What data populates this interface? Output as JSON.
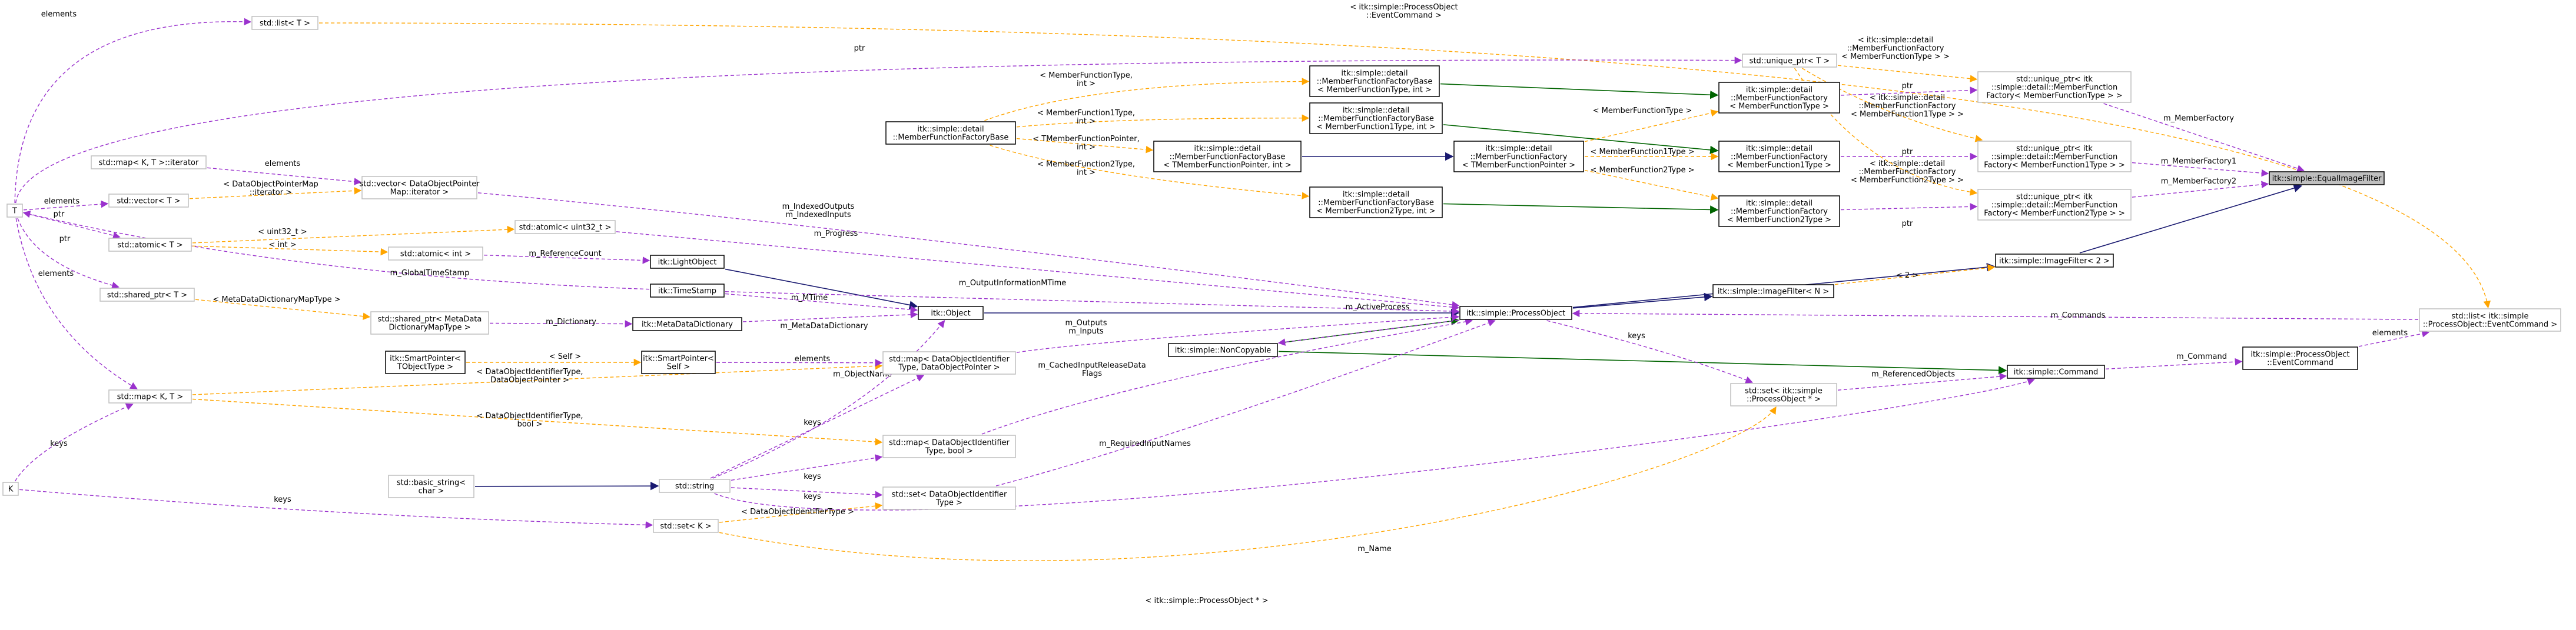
{
  "nodes": [
    {
      "id": "eif",
      "lines": [
        "itk::simple::EqualImageFilter"
      ],
      "style": "focus"
    },
    {
      "id": "imagefilter2",
      "lines": [
        "itk::simple::ImageFilter< 2 >"
      ],
      "style": "solid"
    },
    {
      "id": "imagefilterN",
      "lines": [
        "itk::simple::ImageFilter< N >"
      ],
      "style": "solid"
    },
    {
      "id": "processobject",
      "lines": [
        "itk::simple::ProcessObject"
      ],
      "style": "solid"
    },
    {
      "id": "noncopyable",
      "lines": [
        "itk::simple::NonCopyable"
      ],
      "style": "solid"
    },
    {
      "id": "command",
      "lines": [
        "itk::simple::Command"
      ],
      "style": "solid"
    },
    {
      "id": "poeventcmd",
      "lines": [
        "itk::simple::ProcessObject",
        "::EventCommand"
      ],
      "style": "solid"
    },
    {
      "id": "listevent",
      "lines": [
        "std::list< itk::simple",
        "::ProcessObject::EventCommand >"
      ],
      "style": "gray"
    },
    {
      "id": "setpo",
      "lines": [
        "std::set< itk::simple",
        "::ProcessObject * >"
      ],
      "style": "gray"
    },
    {
      "id": "listT",
      "lines": [
        "std::list< T >"
      ],
      "style": "gray"
    },
    {
      "id": "uniqueT",
      "lines": [
        "std::unique_ptr< T >"
      ],
      "style": "gray"
    },
    {
      "id": "uptrMF",
      "lines": [
        "std::unique_ptr< itk",
        "::simple::detail::MemberFunction",
        "Factory< MemberFunctionType > >"
      ],
      "style": "gray"
    },
    {
      "id": "uptrMF1",
      "lines": [
        "std::unique_ptr< itk",
        "::simple::detail::MemberFunction",
        "Factory< MemberFunction1Type > >"
      ],
      "style": "gray"
    },
    {
      "id": "uptrMF2",
      "lines": [
        "std::unique_ptr< itk",
        "::simple::detail::MemberFunction",
        "Factory< MemberFunction2Type > >"
      ],
      "style": "gray"
    },
    {
      "id": "mff",
      "lines": [
        "itk::simple::detail",
        "::MemberFunctionFactory",
        "< MemberFunctionType >"
      ],
      "style": "solid"
    },
    {
      "id": "mff1",
      "lines": [
        "itk::simple::detail",
        "::MemberFunctionFactory",
        "< MemberFunction1Type >"
      ],
      "style": "solid"
    },
    {
      "id": "mff2",
      "lines": [
        "itk::simple::detail",
        "::MemberFunctionFactory",
        "< MemberFunction2Type >"
      ],
      "style": "solid"
    },
    {
      "id": "mffT",
      "lines": [
        "itk::simple::detail",
        "::MemberFunctionFactory",
        "< TMemberFunctionPointer >"
      ],
      "style": "solid"
    },
    {
      "id": "mfbT",
      "lines": [
        "itk::simple::detail",
        "::MemberFunctionFactoryBase",
        "< TMemberFunctionPointer, int >"
      ],
      "style": "solid"
    },
    {
      "id": "mfb",
      "lines": [
        "itk::simple::detail",
        "::MemberFunctionFactoryBase",
        "< MemberFunctionType, int >"
      ],
      "style": "solid"
    },
    {
      "id": "mfb1",
      "lines": [
        "itk::simple::detail",
        "::MemberFunctionFactoryBase",
        "< MemberFunction1Type, int >"
      ],
      "style": "solid"
    },
    {
      "id": "mfb2",
      "lines": [
        "itk::simple::detail",
        "::MemberFunctionFactoryBase",
        "< MemberFunction2Type, int >"
      ],
      "style": "solid"
    },
    {
      "id": "mfbase",
      "lines": [
        "itk::simple::detail",
        "::MemberFunctionFactoryBase"
      ],
      "style": "solid"
    },
    {
      "id": "object",
      "lines": [
        "itk::Object"
      ],
      "style": "solid"
    },
    {
      "id": "lightobject",
      "lines": [
        "itk::LightObject"
      ],
      "style": "solid"
    },
    {
      "id": "timestamp",
      "lines": [
        "itk::TimeStamp"
      ],
      "style": "solid"
    },
    {
      "id": "metadict",
      "lines": [
        "itk::MetaDataDictionary"
      ],
      "style": "solid"
    },
    {
      "id": "smartptrself",
      "lines": [
        "itk::SmartPointer<",
        "Self >"
      ],
      "style": "solid"
    },
    {
      "id": "smartptrT",
      "lines": [
        "itk::SmartPointer<",
        "TObjectType >"
      ],
      "style": "solid"
    },
    {
      "id": "atomicu32",
      "lines": [
        "std::atomic< uint32_t >"
      ],
      "style": "gray"
    },
    {
      "id": "atomicint",
      "lines": [
        "std::atomic< int >"
      ],
      "style": "gray"
    },
    {
      "id": "atomicT",
      "lines": [
        "std::atomic< T >"
      ],
      "style": "gray"
    },
    {
      "id": "vectorT",
      "lines": [
        "std::vector< T >"
      ],
      "style": "gray"
    },
    {
      "id": "mapiter",
      "lines": [
        "std::map< K, T >::iterator"
      ],
      "style": "gray"
    },
    {
      "id": "vectorDOP",
      "lines": [
        "std::vector< DataObjectPointer",
        "Map::iterator >"
      ],
      "style": "gray"
    },
    {
      "id": "sharedT",
      "lines": [
        "std::shared_ptr< T >"
      ],
      "style": "gray"
    },
    {
      "id": "sharedMDD",
      "lines": [
        "std::shared_ptr< MetaData",
        "DictionaryMapType >"
      ],
      "style": "gray"
    },
    {
      "id": "mapKT",
      "lines": [
        "std::map< K, T >"
      ],
      "style": "gray"
    },
    {
      "id": "mapDOI",
      "lines": [
        "std::map< DataObjectIdentifier",
        "Type, DataObjectPointer >"
      ],
      "style": "gray"
    },
    {
      "id": "mapDOIbool",
      "lines": [
        "std::map< DataObjectIdentifier",
        "Type, bool >"
      ],
      "style": "gray"
    },
    {
      "id": "setDOI",
      "lines": [
        "std::set< DataObjectIdentifier",
        "Type >"
      ],
      "style": "gray"
    },
    {
      "id": "basicstring",
      "lines": [
        "std::basic_string<",
        "char >"
      ],
      "style": "gray"
    },
    {
      "id": "string",
      "lines": [
        "std::string"
      ],
      "style": "gray"
    },
    {
      "id": "setK",
      "lines": [
        "std::set< K >"
      ],
      "style": "gray"
    },
    {
      "id": "T",
      "lines": [
        "T"
      ],
      "style": "gray"
    },
    {
      "id": "K",
      "lines": [
        "K"
      ],
      "style": "gray"
    }
  ],
  "edges": [
    {
      "kind": "pub",
      "from": "imagefilter2",
      "to": "eif",
      "label": []
    },
    {
      "kind": "pub",
      "from": "processobject",
      "to": "imagefilter2",
      "label": []
    },
    {
      "kind": "pub",
      "from": "processobject",
      "to": "imagefilterN",
      "label": []
    },
    {
      "kind": "pub",
      "from": "object",
      "to": "processobject",
      "label": []
    },
    {
      "kind": "pub",
      "from": "lightobject",
      "to": "object",
      "label": []
    },
    {
      "kind": "pub",
      "from": "basicstring",
      "to": "string",
      "label": []
    },
    {
      "kind": "pub",
      "from": "mfbT",
      "to": "mffT",
      "label": []
    },
    {
      "kind": "prot",
      "from": "noncopyable",
      "to": "processobject",
      "label": []
    },
    {
      "kind": "prot",
      "from": "noncopyable",
      "to": "command",
      "label": []
    },
    {
      "kind": "prot",
      "from": "mfb",
      "to": "mff",
      "label": []
    },
    {
      "kind": "prot",
      "from": "mfb1",
      "to": "mff1",
      "label": []
    },
    {
      "kind": "prot",
      "from": "mfb2",
      "to": "mff2",
      "label": []
    },
    {
      "kind": "tmpl",
      "from": "imagefilterN",
      "to": "imagefilter2",
      "label": [
        "< 2 >"
      ]
    },
    {
      "kind": "tmpl",
      "from": "mffT",
      "to": "mff",
      "label": [
        "< MemberFunctionType >"
      ]
    },
    {
      "kind": "tmpl",
      "from": "mffT",
      "to": "mff1",
      "label": [
        "< MemberFunction1Type >"
      ]
    },
    {
      "kind": "tmpl",
      "from": "mffT",
      "to": "mff2",
      "label": [
        "< MemberFunction2Type >"
      ]
    },
    {
      "kind": "tmpl",
      "from": "mfbase",
      "to": "mfb",
      "label": [
        "< MemberFunctionType,",
        "int >"
      ]
    },
    {
      "kind": "tmpl",
      "from": "mfbase",
      "to": "mfb1",
      "label": [
        "< MemberFunction1Type,",
        "int >"
      ]
    },
    {
      "kind": "tmpl",
      "from": "mfbase",
      "to": "mfbT",
      "label": [
        "< TMemberFunctionPointer,",
        "int >"
      ]
    },
    {
      "kind": "tmpl",
      "from": "mfbase",
      "to": "mfb2",
      "label": [
        "< MemberFunction2Type,",
        "int >"
      ]
    },
    {
      "kind": "tmpl",
      "from": "uniqueT",
      "to": "uptrMF",
      "label": [
        "< itk::simple::detail",
        "::MemberFunctionFactory",
        "< MemberFunctionType > >"
      ]
    },
    {
      "kind": "tmpl",
      "from": "uniqueT",
      "to": "uptrMF1",
      "label": [
        "< itk::simple::detail",
        "::MemberFunctionFactory",
        "< MemberFunction1Type > >"
      ]
    },
    {
      "kind": "tmpl",
      "from": "uniqueT",
      "to": "uptrMF2",
      "label": [
        "< itk::simple::detail",
        "::MemberFunctionFactory",
        "< MemberFunction2Type > >"
      ]
    },
    {
      "kind": "tmpl",
      "from": "listT",
      "to": "listevent",
      "label": [
        "< itk::simple::ProcessObject",
        "::EventCommand >"
      ]
    },
    {
      "kind": "tmpl",
      "from": "setK",
      "to": "setpo",
      "label": [
        "< itk::simple::ProcessObject * >"
      ]
    },
    {
      "kind": "tmpl",
      "from": "setK",
      "to": "setDOI",
      "label": [
        "< DataObjectIdentifierType >"
      ]
    },
    {
      "kind": "tmpl",
      "from": "atomicT",
      "to": "atomicu32",
      "label": [
        "< uint32_t >"
      ]
    },
    {
      "kind": "tmpl",
      "from": "atomicT",
      "to": "atomicint",
      "label": [
        "< int >"
      ]
    },
    {
      "kind": "tmpl",
      "from": "vectorT",
      "to": "vectorDOP",
      "label": [
        "< DataObjectPointerMap",
        "::iterator >"
      ]
    },
    {
      "kind": "tmpl",
      "from": "sharedT",
      "to": "sharedMDD",
      "label": [
        "< MetaDataDictionaryMapType >"
      ]
    },
    {
      "kind": "tmpl",
      "from": "mapKT",
      "to": "mapDOI",
      "label": [
        "< DataObjectIdentifierType,",
        "DataObjectPointer >"
      ]
    },
    {
      "kind": "tmpl",
      "from": "mapKT",
      "to": "mapDOIbool",
      "label": [
        "< DataObjectIdentifierType,",
        "bool >"
      ]
    },
    {
      "kind": "tmpl",
      "from": "smartptrT",
      "to": "smartptrself",
      "label": [
        "< Self >"
      ]
    },
    {
      "kind": "usage",
      "from": "uptrMF",
      "to": "eif",
      "label": [
        "m_MemberFactory"
      ]
    },
    {
      "kind": "usage",
      "from": "uptrMF1",
      "to": "eif",
      "label": [
        "m_MemberFactory1"
      ]
    },
    {
      "kind": "usage",
      "from": "uptrMF2",
      "to": "eif",
      "label": [
        "m_MemberFactory2"
      ]
    },
    {
      "kind": "usage",
      "from": "mff",
      "to": "uptrMF",
      "label": [
        "ptr"
      ]
    },
    {
      "kind": "usage",
      "from": "mff1",
      "to": "uptrMF1",
      "label": [
        "ptr"
      ]
    },
    {
      "kind": "usage",
      "from": "mff2",
      "to": "uptrMF2",
      "label": [
        "ptr"
      ]
    },
    {
      "kind": "usage",
      "from": "T",
      "to": "uniqueT",
      "label": [
        "ptr"
      ]
    },
    {
      "kind": "usage",
      "from": "T",
      "to": "listT",
      "label": [
        "elements"
      ]
    },
    {
      "kind": "usage",
      "from": "T",
      "to": "vectorT",
      "label": [
        "elements"
      ]
    },
    {
      "kind": "usage",
      "from": "T",
      "to": "atomicT",
      "label": [
        "ptr"
      ]
    },
    {
      "kind": "usage",
      "from": "T",
      "to": "sharedT",
      "label": [
        "ptr"
      ]
    },
    {
      "kind": "usage",
      "from": "T",
      "to": "mapKT",
      "label": [
        "elements"
      ]
    },
    {
      "kind": "usage",
      "from": "K",
      "to": "mapKT",
      "label": [
        "keys"
      ]
    },
    {
      "kind": "usage",
      "from": "K",
      "to": "setK",
      "label": [
        "keys"
      ]
    },
    {
      "kind": "usage",
      "from": "mapiter",
      "to": "vectorDOP",
      "label": [
        "elements"
      ]
    },
    {
      "kind": "usage",
      "from": "sharedMDD",
      "to": "metadict",
      "label": [
        "m_Dictionary"
      ]
    },
    {
      "kind": "usage",
      "from": "metadict",
      "to": "object",
      "label": [
        "m_MetaDataDictionary"
      ]
    },
    {
      "kind": "usage",
      "from": "timestamp",
      "to": "object",
      "label": [
        "m_MTime"
      ]
    },
    {
      "kind": "usage",
      "from": "timestamp",
      "to": "processobject",
      "label": [
        "m_OutputInformationMTime"
      ]
    },
    {
      "kind": "usage",
      "from": "atomicint",
      "to": "lightobject",
      "label": [
        "m_ReferenceCount"
      ]
    },
    {
      "kind": "usage",
      "from": "atomicu32",
      "to": "processobject",
      "label": [
        "m_Progress"
      ]
    },
    {
      "kind": "usage",
      "from": "vectorDOP",
      "to": "processobject",
      "label": [
        "m_IndexedOutputs",
        "m_IndexedInputs"
      ]
    },
    {
      "kind": "usage",
      "from": "mapDOI",
      "to": "processobject",
      "label": [
        "m_Outputs",
        "m_Inputs"
      ]
    },
    {
      "kind": "usage",
      "from": "mapDOIbool",
      "to": "processobject",
      "label": [
        "m_CachedInputReleaseData",
        "Flags"
      ]
    },
    {
      "kind": "usage",
      "from": "setDOI",
      "to": "processobject",
      "label": [
        "m_RequiredInputNames"
      ]
    },
    {
      "kind": "usage",
      "from": "smartptrself",
      "to": "mapDOI",
      "label": [
        "elements"
      ]
    },
    {
      "kind": "usage",
      "from": "string",
      "to": "mapDOI",
      "label": [
        "keys"
      ]
    },
    {
      "kind": "usage",
      "from": "string",
      "to": "mapDOIbool",
      "label": [
        "keys"
      ]
    },
    {
      "kind": "usage",
      "from": "string",
      "to": "setDOI",
      "label": [
        "keys"
      ]
    },
    {
      "kind": "usage",
      "from": "string",
      "to": "object",
      "label": [
        "m_ObjectName"
      ]
    },
    {
      "kind": "usage",
      "from": "string",
      "to": "command",
      "label": [
        "m_Name"
      ]
    },
    {
      "kind": "usage",
      "from": "timestamp",
      "to": "T",
      "label": [
        "m_GlobalTimeStamp"
      ]
    },
    {
      "kind": "usage",
      "from": "processobject",
      "to": "noncopyable",
      "label": [
        "m_ActiveProcess"
      ]
    },
    {
      "kind": "usage",
      "from": "listevent",
      "to": "processobject",
      "label": [
        "m_Commands"
      ]
    },
    {
      "kind": "usage",
      "from": "poeventcmd",
      "to": "listevent",
      "label": [
        "elements"
      ]
    },
    {
      "kind": "usage",
      "from": "command",
      "to": "poeventcmd",
      "label": [
        "m_Command"
      ]
    },
    {
      "kind": "usage",
      "from": "setpo",
      "to": "command",
      "label": [
        "m_ReferencedObjects"
      ]
    },
    {
      "kind": "usage",
      "from": "processobject",
      "to": "setpo",
      "label": [
        "keys"
      ]
    }
  ]
}
